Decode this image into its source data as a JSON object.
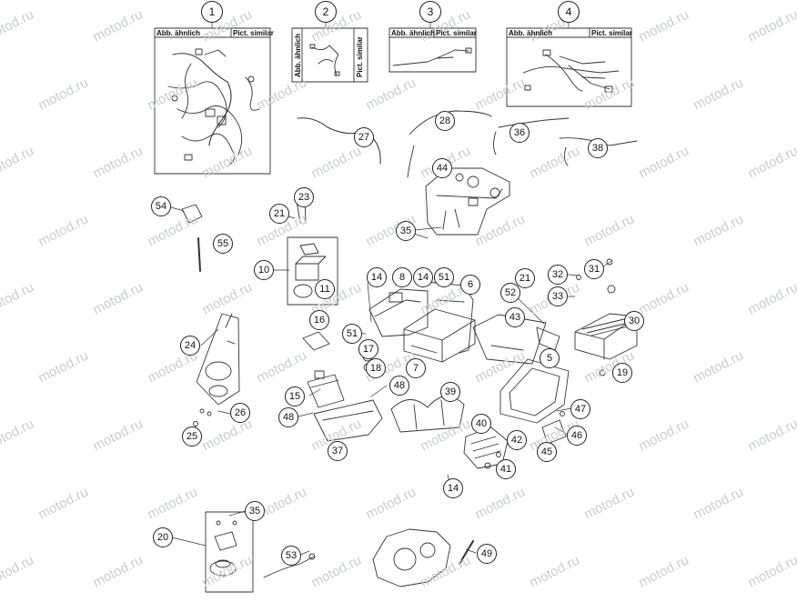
{
  "watermark": "motod.ru",
  "inset_labels": {
    "illustration_similar_de": "Abb. ähnlich",
    "illustration_similar_en": "Pict. similar"
  },
  "callouts": {
    "c1": "1",
    "c2": "2",
    "c3": "3",
    "c4": "4",
    "c27": "27",
    "c28": "28",
    "c36": "36",
    "c38": "38",
    "c44": "44",
    "c35a": "35",
    "c54": "54",
    "c23": "23",
    "c21a": "21",
    "c55": "55",
    "c10": "10",
    "c11": "11",
    "c14a": "14",
    "c8": "8",
    "c14b": "14",
    "c51a": "51",
    "c6": "6",
    "c21b": "21",
    "c52": "52",
    "c43": "43",
    "c32": "32",
    "c31": "31",
    "c33": "33",
    "c30": "30",
    "c16": "16",
    "c51b": "51",
    "c17": "17",
    "c18": "18",
    "c7": "7",
    "c24": "24",
    "c5": "5",
    "c19": "19",
    "c15": "15",
    "c48a": "48",
    "c39": "39",
    "c48b": "48",
    "c26": "26",
    "c25": "25",
    "c37": "37",
    "c40": "40",
    "c42": "42",
    "c41": "41",
    "c14c": "14",
    "c47": "47",
    "c46": "46",
    "c45": "45",
    "c35b": "35",
    "c20": "20",
    "c53": "53",
    "c49": "49"
  }
}
